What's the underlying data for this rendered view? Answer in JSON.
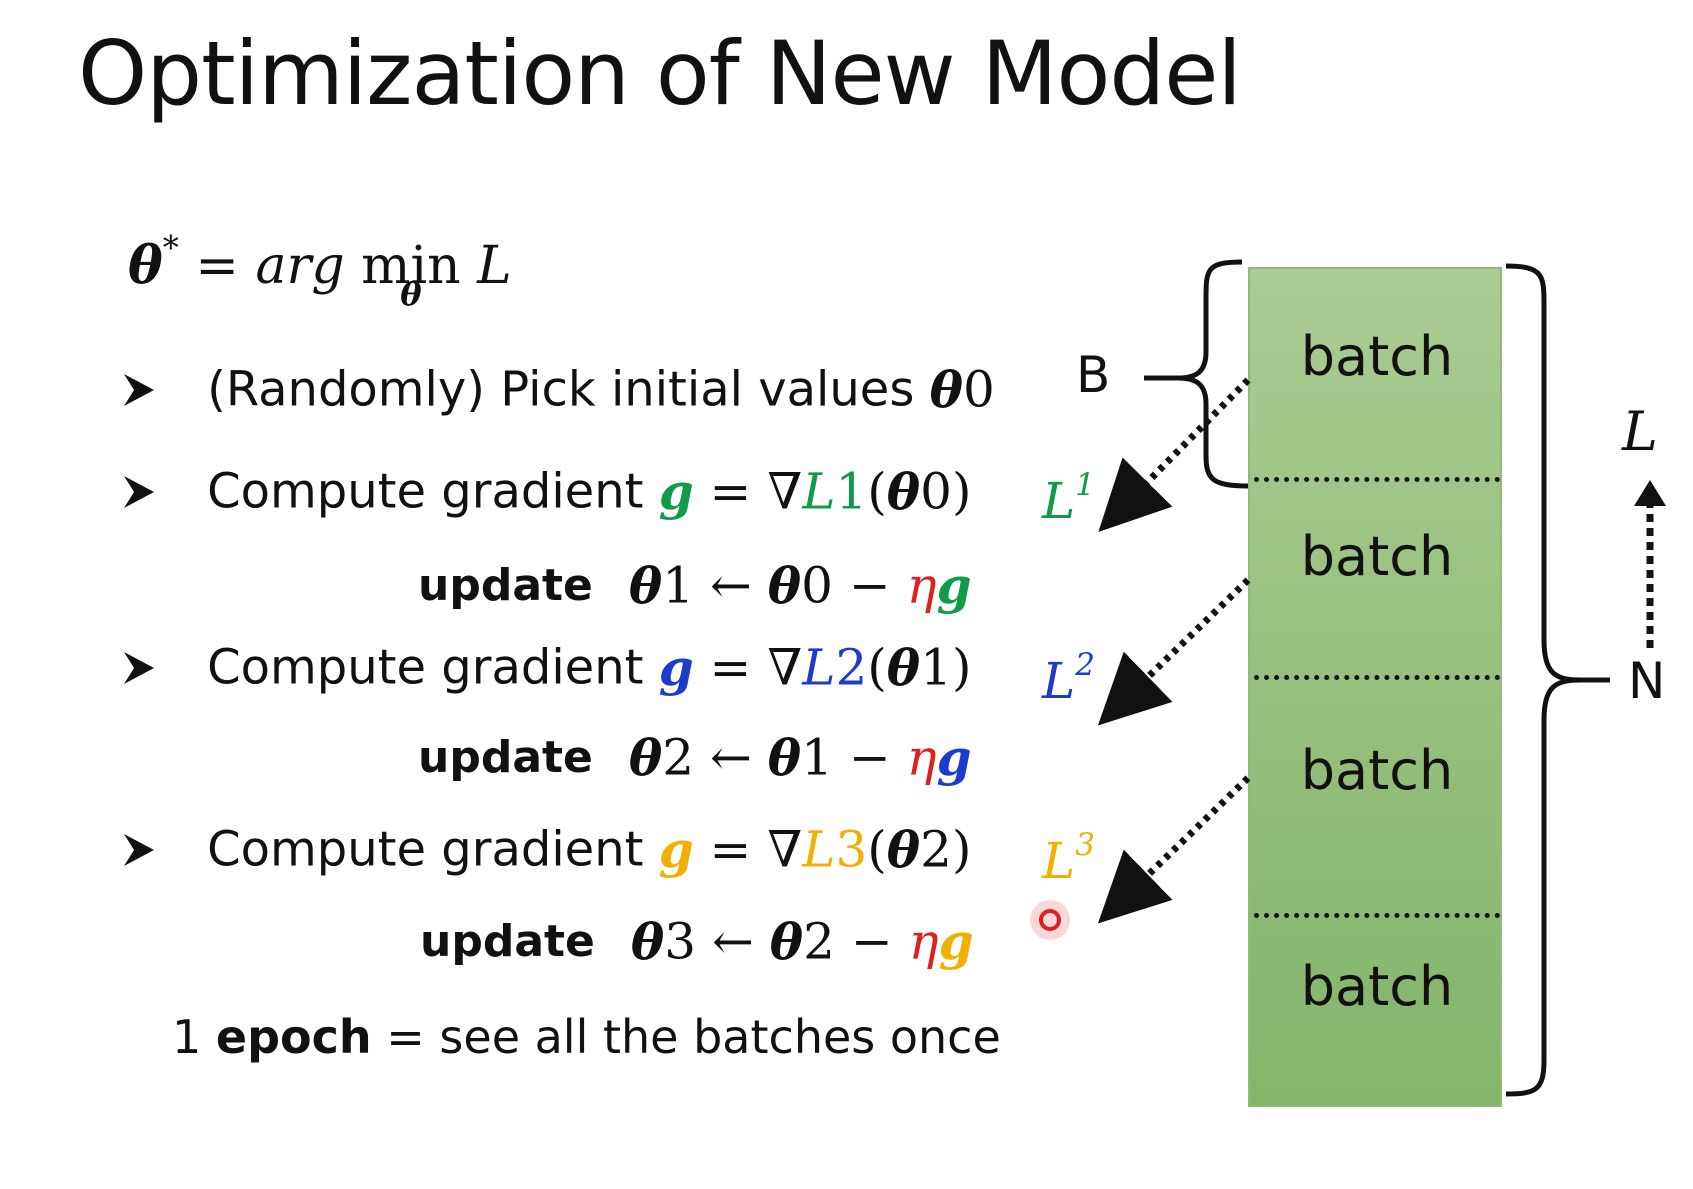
{
  "title": "Optimization of New Model",
  "formula": {
    "theta": "θ",
    "star": "*",
    "equals": "=",
    "arg": "arg",
    "min": "min",
    "min_sub": "θ",
    "L": "L"
  },
  "bullets": [
    {
      "text": "(Randomly) Pick initial values ",
      "theta": "θ",
      "sup": "0"
    },
    {
      "text": "Compute gradient ",
      "g": "g",
      "eq_left": " = ∇",
      "L": "L",
      "L_sup": "1",
      "arg_open": "(",
      "theta": "θ",
      "theta_sup": "0",
      "arg_close": ")",
      "color": "#119a48"
    },
    {
      "text": "Compute gradient ",
      "g": "g",
      "eq_left": " = ∇",
      "L": "L",
      "L_sup": "2",
      "arg_open": "(",
      "theta": "θ",
      "theta_sup": "1",
      "arg_close": ")",
      "color": "#1e3ccc"
    },
    {
      "text": "Compute gradient ",
      "g": "g",
      "eq_left": " = ∇",
      "L": "L",
      "L_sup": "3",
      "arg_open": "(",
      "theta": "θ",
      "theta_sup": "2",
      "arg_close": ")",
      "color": "#f0b000"
    }
  ],
  "updates": [
    {
      "label": "update",
      "theta_new": "θ",
      "new_sup": "1",
      "arrow": " ← ",
      "theta_old": "θ",
      "old_sup": "0",
      "minus": " − ",
      "eta": "η",
      "g": "g"
    },
    {
      "label": "update",
      "theta_new": "θ",
      "new_sup": "2",
      "arrow": " ← ",
      "theta_old": "θ",
      "old_sup": "1",
      "minus": " − ",
      "eta": "η",
      "g": "g"
    },
    {
      "label": "update",
      "theta_new": "θ",
      "new_sup": "3",
      "arrow": " ← ",
      "theta_old": "θ",
      "old_sup": "2",
      "minus": " − ",
      "eta": "η",
      "g": "g"
    }
  ],
  "losses": [
    {
      "L": "L",
      "sup": "1"
    },
    {
      "L": "L",
      "sup": "2"
    },
    {
      "L": "L",
      "sup": "3"
    }
  ],
  "epoch": {
    "prefix": "1 ",
    "bold": "epoch",
    "rest": " = see all the batches once"
  },
  "batches": [
    "batch",
    "batch",
    "batch",
    "batch"
  ],
  "labels": {
    "B": "B",
    "N": "N",
    "L": "L"
  },
  "colors": {
    "green": "#119a48",
    "blue": "#1e3ccc",
    "orange": "#f0b000",
    "eta_red": "#e02020",
    "batch_fill": "#98c180",
    "pointer_red": "#e02020"
  }
}
